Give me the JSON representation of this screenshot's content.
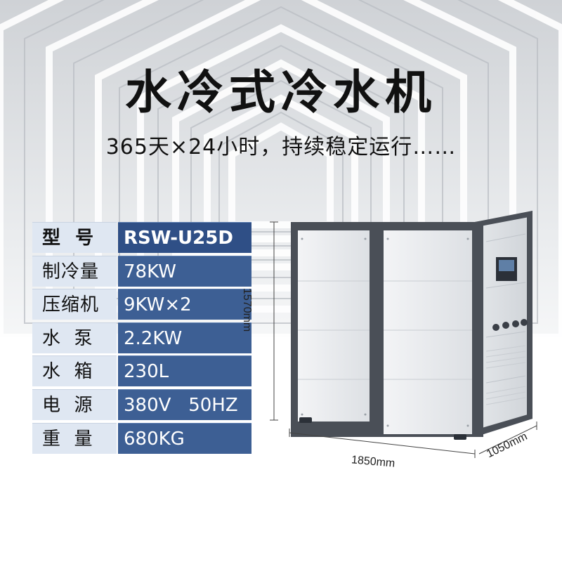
{
  "title": "水冷式冷水机",
  "subtitle": "365天×24小时，持续稳定运行……",
  "specs": [
    {
      "label": "型  号",
      "value": "RSW-U25D"
    },
    {
      "label": "制冷量",
      "value": "78KW"
    },
    {
      "label": "压缩机",
      "value": "9KW×2"
    },
    {
      "label": "水  泵",
      "value": "2.2KW"
    },
    {
      "label": "水  箱",
      "value": "230L"
    },
    {
      "label": "电  源",
      "value": "380V   50HZ"
    },
    {
      "label": "重  量",
      "value": "680KG"
    }
  ],
  "dimensions": {
    "height": "1570mm",
    "width": "1850mm",
    "depth": "1050mm"
  },
  "colors": {
    "label_bg": "#dfe7f2",
    "value_bg": "#3d5f94",
    "frame": "#4a4f57",
    "panel": "#e9ebee"
  }
}
